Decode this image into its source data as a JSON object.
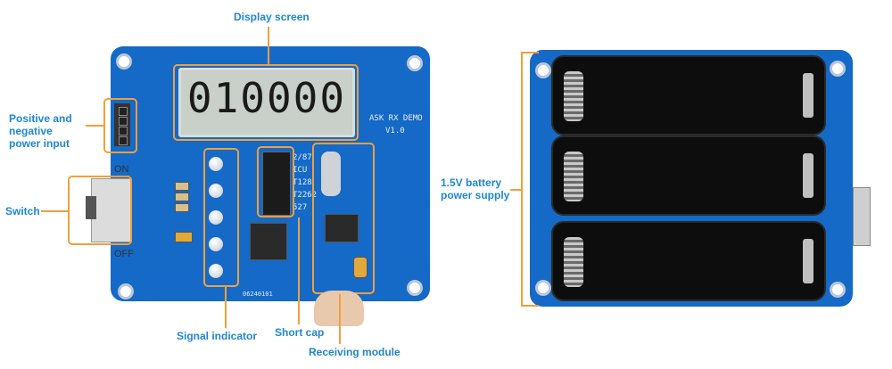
{
  "labels": {
    "display_screen": "Display screen",
    "power_input_line1": "Positive and",
    "power_input_line2": "negative",
    "power_input_line3": "power input",
    "on": "ON",
    "switch": "Switch",
    "off": "OFF",
    "signal_indicator": "Signal indicator",
    "short_cap": "Short cap",
    "receiving_module": "Receiving module",
    "battery_line1": "1.5V battery",
    "battery_line2": "power supply"
  },
  "board": {
    "lcd_value": "010000",
    "title_line1": "ASK RX DEMO",
    "title_line2": "V1.0",
    "serial": "06240101",
    "jumper_labels": [
      "2/87",
      "ICU",
      "T128",
      "T2262",
      "527"
    ]
  },
  "colors": {
    "label": "#1f86d6",
    "pcb": "#1569c7",
    "callout": "#f0a03c"
  }
}
